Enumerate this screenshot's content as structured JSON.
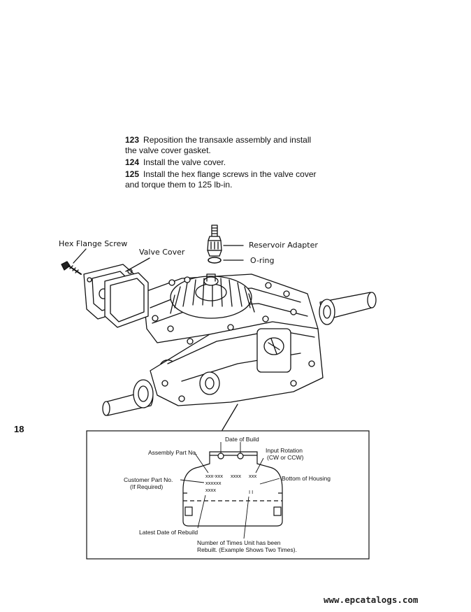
{
  "steps": [
    {
      "num": "123",
      "text": "Reposition the transaxle assembly and install",
      "cont": "the valve cover gasket."
    },
    {
      "num": "124",
      "text": "Install the valve cover.",
      "cont": ""
    },
    {
      "num": "125",
      "text": "Install the hex flange screws in the valve cover",
      "cont": "and torque them to 125 lb-in."
    }
  ],
  "callouts": {
    "hex_flange_screw": "Hex Flange Screw",
    "valve_cover": "Valve Cover",
    "reservoir_adapter": "Reservoir Adapter",
    "o_ring": "O-ring"
  },
  "inset": {
    "date_of_build": "Date of Build",
    "assembly_part_no": "Assembly Part No.",
    "input_rotation_1": "Input Rotation",
    "input_rotation_2": "(CW or CCW)",
    "customer_part_no_1": "Customer Part No.",
    "customer_part_no_2": "(If Required)",
    "bottom_of_housing": "Bottom of Housing",
    "latest_date_of_rebuild": "Latest Date of Rebuild",
    "times_rebuilt_1": "Number of Times Unit has been",
    "times_rebuilt_2": "Rebuilt. (Example Shows Two Times).",
    "code_line_1a": "xxx-xxx",
    "code_line_1b": "xxxx",
    "code_line_1c": "xxx",
    "code_line_2": "xxxxxx",
    "code_line_3": "xxxx",
    "tally_marks": "I I"
  },
  "page_number": "18",
  "watermark": "www.epcatalogs.com"
}
